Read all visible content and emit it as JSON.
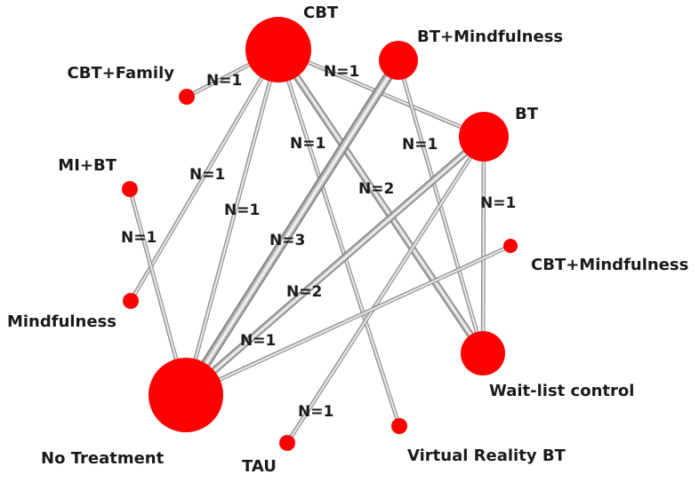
{
  "diagram": {
    "colors": {
      "node": "#ff0000",
      "edge_light": "#ffffff",
      "edge_mid": "#c8c8c8",
      "edge_dark": "#6e6e6e"
    },
    "nodes": [
      {
        "id": "cbt",
        "label": "CBT"
      },
      {
        "id": "bt_mind",
        "label": "BT+Mindfulness"
      },
      {
        "id": "cbt_family",
        "label": "CBT+Family"
      },
      {
        "id": "bt",
        "label": "BT"
      },
      {
        "id": "mi_bt",
        "label": "MI+BT"
      },
      {
        "id": "cbt_mind",
        "label": "CBT+Mindfulness"
      },
      {
        "id": "mindfulness",
        "label": "Mindfulness"
      },
      {
        "id": "waitlist",
        "label": "Wait-list control"
      },
      {
        "id": "no_treatment",
        "label": "No Treatment"
      },
      {
        "id": "tau",
        "label": "TAU"
      },
      {
        "id": "vr_bt",
        "label": "Virtual Reality BT"
      }
    ],
    "edges": [
      {
        "from": "cbt",
        "to": "cbt_family",
        "label": "N=1",
        "n": 1
      },
      {
        "from": "cbt",
        "to": "bt",
        "label": "N=1",
        "n": 1
      },
      {
        "from": "cbt",
        "to": "mindfulness",
        "label": "N=1",
        "n": 1
      },
      {
        "from": "cbt",
        "to": "no_treatment",
        "label": "N=1",
        "n": 1
      },
      {
        "from": "cbt",
        "to": "vr_bt",
        "label": "N=1",
        "n": 1
      },
      {
        "from": "cbt",
        "to": "waitlist",
        "label": "N=2",
        "n": 2
      },
      {
        "from": "bt_mind",
        "to": "no_treatment",
        "label": "N=3",
        "n": 3
      },
      {
        "from": "bt_mind",
        "to": "waitlist",
        "label": "N=1",
        "n": 1
      },
      {
        "from": "bt",
        "to": "no_treatment",
        "label": "N=2",
        "n": 2
      },
      {
        "from": "bt",
        "to": "waitlist",
        "label": "N=1",
        "n": 1
      },
      {
        "from": "bt",
        "to": "tau",
        "label": "N=1",
        "n": 1
      },
      {
        "from": "mi_bt",
        "to": "no_treatment",
        "label": "N=1",
        "n": 1
      },
      {
        "from": "cbt_mind",
        "to": "no_treatment",
        "label": "N=1",
        "n": 1
      }
    ]
  }
}
